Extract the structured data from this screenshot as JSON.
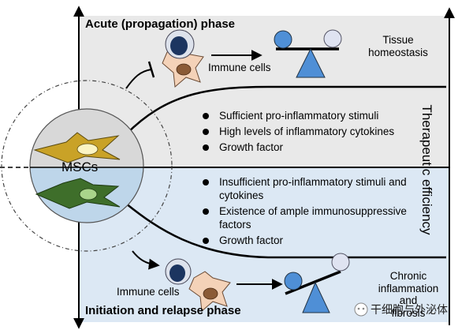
{
  "acute": {
    "title": "Acute (propagation) phase",
    "immune_label": "Immune cells",
    "outcome": [
      "Tissue",
      "homeostasis"
    ],
    "bullets": [
      "Sufficient pro-inflammatory stimuli",
      "High levels of inflammatory cytokines",
      "Growth factor"
    ]
  },
  "relapse": {
    "title": "Initiation and relapse phase",
    "immune_label": "Immune cells",
    "outcome": [
      "Chronic",
      "inflammation and",
      "fibrosis"
    ],
    "bullets": [
      [
        "Insufficient pro-inflammatory stimuli and",
        "cytokines"
      ],
      [
        "Existence of ample immunosuppressive",
        "factors"
      ],
      [
        "Growth factor"
      ]
    ]
  },
  "center": {
    "label": "MSCs"
  },
  "axis": {
    "label": "Therapeutic efficiency"
  },
  "watermark": "干细胞与外泌体",
  "colors": {
    "top_panel": "#e9e9e9",
    "bottom_panel": "#dce8f4",
    "msc_top": "#c9a227",
    "msc_bottom": "#3e6e2a",
    "balance_blue": "#4f8fd6",
    "balance_light": "#dfe3f1",
    "immune_dark": "#1c3560",
    "immune_orange": "#f4d2b8"
  }
}
